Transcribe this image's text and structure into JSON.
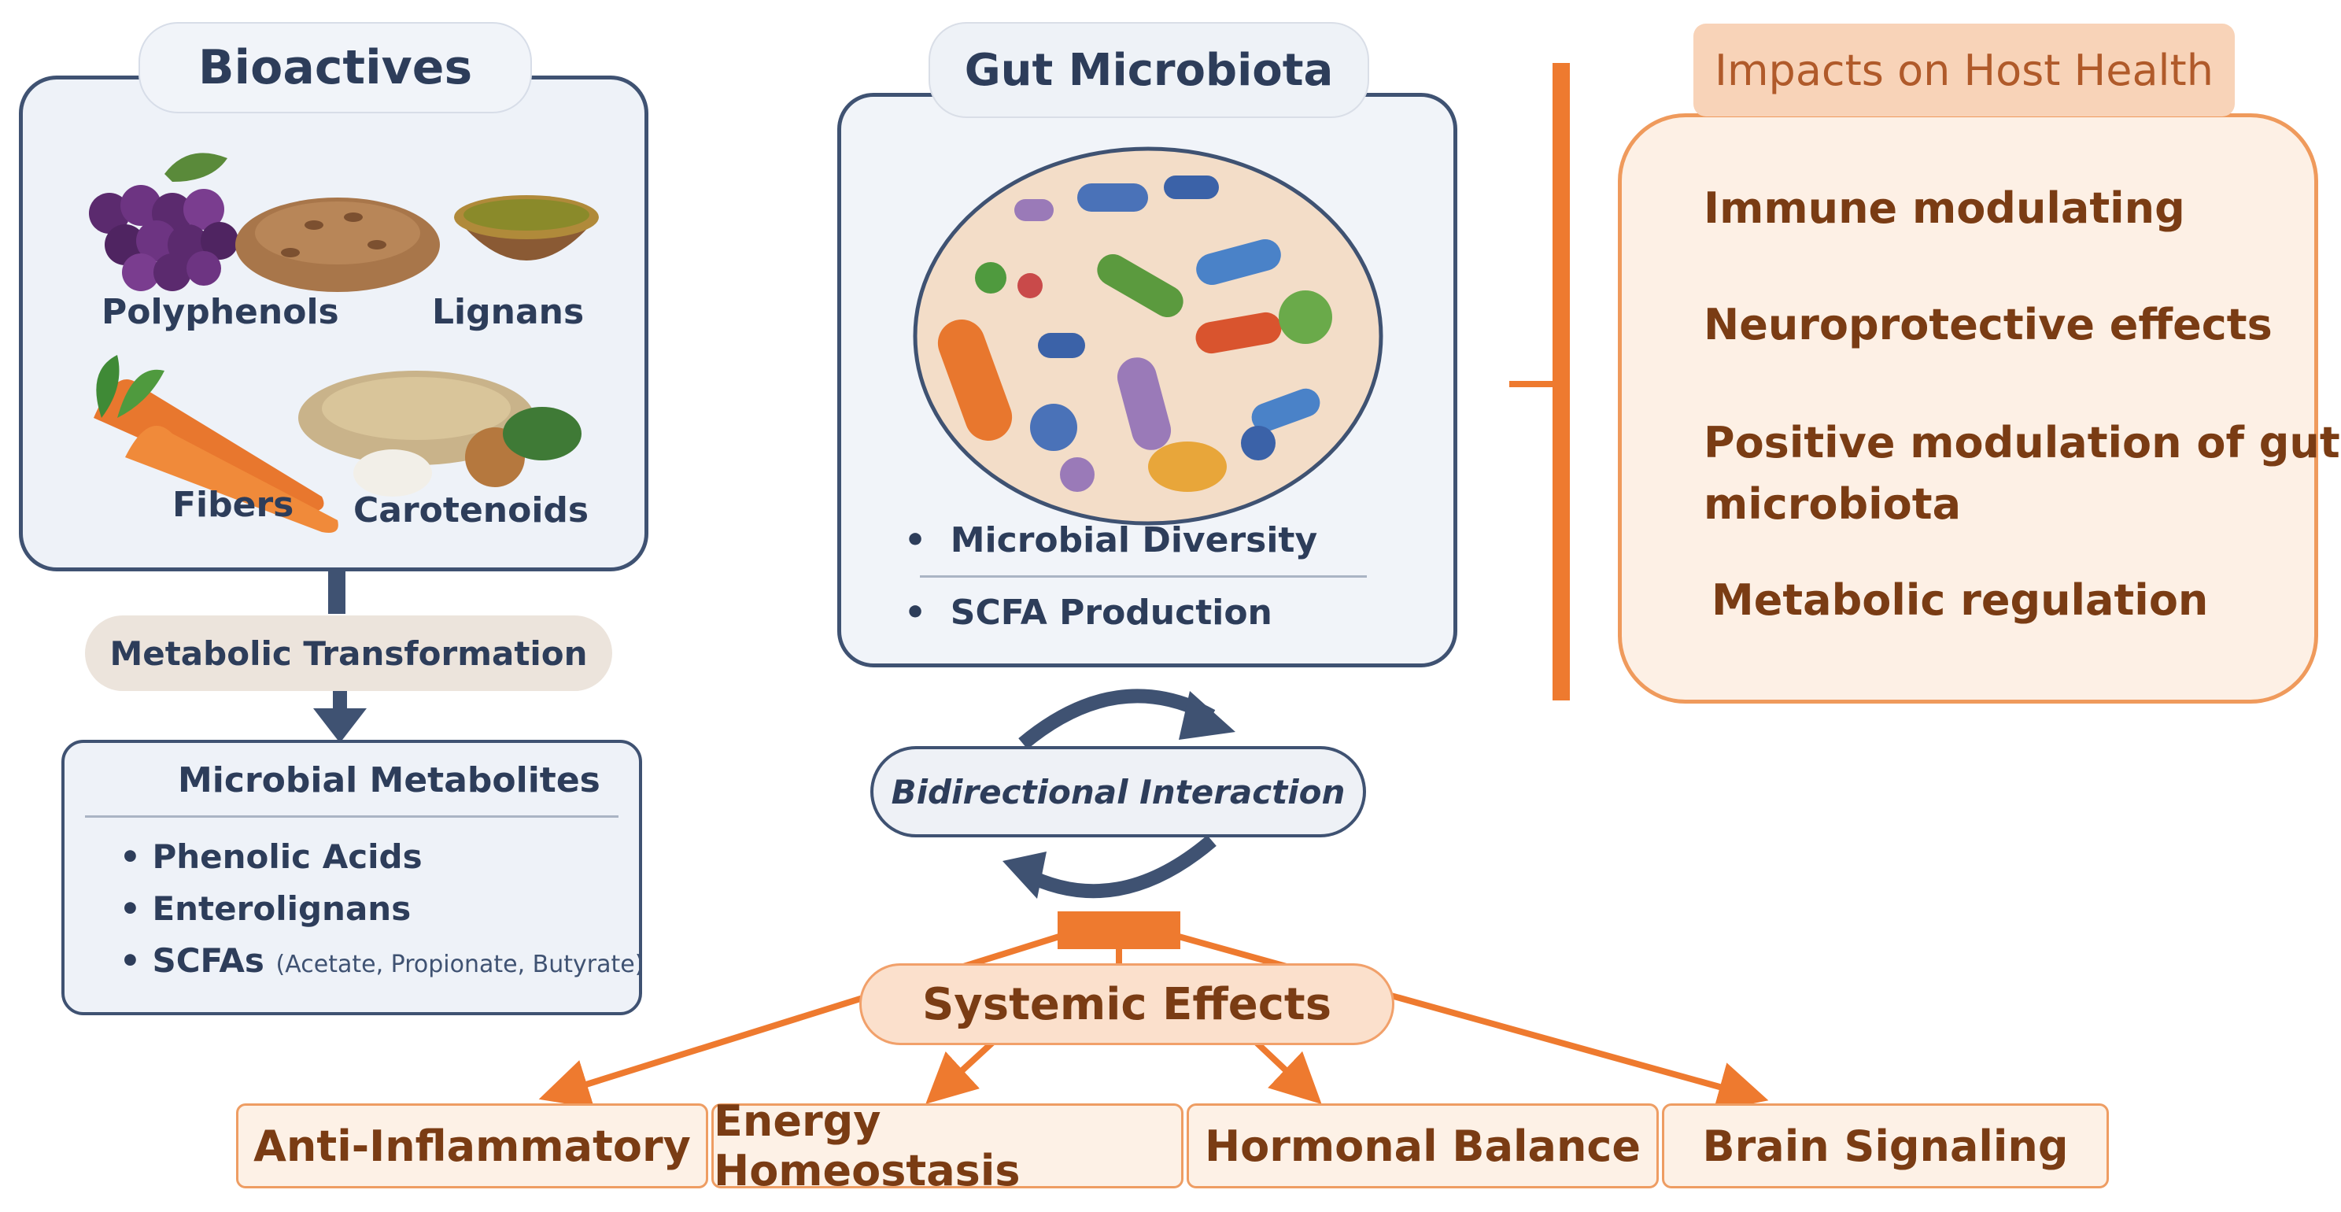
{
  "bioactives": {
    "title": "Bioactives",
    "items": [
      "Polyphenols",
      "Lignans",
      "Fibers",
      "Carotenoids"
    ]
  },
  "metabolic_transformation": "Metabolic Transformation",
  "microbial_metabolites": {
    "title": "Microbial Metabolites",
    "items": [
      {
        "label": "Phenolic Acids",
        "sub": ""
      },
      {
        "label": "Enterolignans",
        "sub": ""
      },
      {
        "label": "SCFAs",
        "sub": "(Acetate, Propionate, Butyrate)"
      }
    ]
  },
  "gut_microbiota": {
    "title": "Gut Microbiota",
    "items": [
      "Microbial Diversity",
      "SCFA Production"
    ]
  },
  "bidirectional": "Bidirectional Interaction",
  "impacts": {
    "header": "Impacts on Host Health",
    "items": [
      "Immune modulating",
      "Neuroprotective effects",
      "Positive modulation of gut",
      "microbiota",
      "Metabolic regulation"
    ]
  },
  "systemic": "Systemic Effects",
  "effects": [
    "Anti-Inflammatory",
    "Energy Homeostasis",
    "Hormonal Balance",
    "Brain Signaling"
  ],
  "colors": {
    "navy": "#3f5272",
    "orange": "#ee7a2f",
    "brown": "#7a3c14"
  }
}
